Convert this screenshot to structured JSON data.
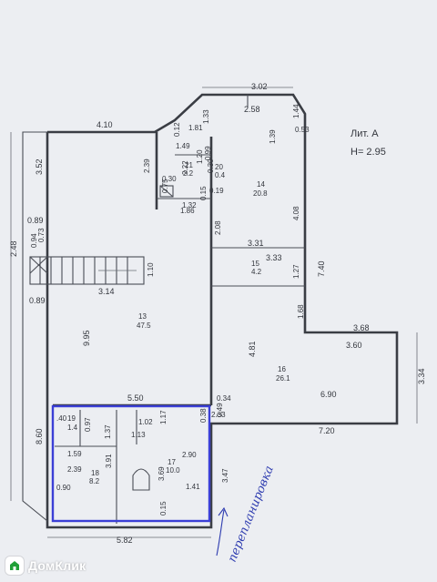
{
  "header": {
    "lit": "Лит. А",
    "height": "Н= 2.95"
  },
  "watermark": {
    "brand": "ДомКлик"
  },
  "handwriting": {
    "note": "перепланировка"
  },
  "rooms": [
    {
      "num": "13",
      "area": "47.5"
    },
    {
      "num": "14",
      "area": "20.8"
    },
    {
      "num": "15",
      "area": "4.2"
    },
    {
      "num": "16",
      "area": "26.1"
    },
    {
      "num": "17",
      "area": "10.0"
    },
    {
      "num": "18",
      "area": "8.2"
    },
    {
      "num": "19",
      "area": "1.4"
    },
    {
      "num": "20",
      "area": "0.4"
    },
    {
      "num": "21",
      "area": "2.2"
    }
  ],
  "dims": {
    "d302": "3.02",
    "d258": "2.58",
    "d144": "1.44",
    "d133": "1.33",
    "d053": "0.53",
    "d139": "1.39",
    "d410": "4.10",
    "d012": "0.12",
    "d181": "1.81",
    "d149": "1.49",
    "d099": "0.99",
    "d120": "1.20",
    "d030a": "0.30",
    "d239a": "2.39",
    "d030b": "0.30",
    "d075": "0.75",
    "d222": "2.22",
    "d352": "3.52",
    "d089a": "0.89",
    "d094": "0.94",
    "d073": "0.73",
    "d248": "2.48",
    "d132": "1.32",
    "d019": "0.19",
    "d015": "0.15",
    "d186": "1.86",
    "d208": "2.08",
    "d408": "4.08",
    "d331": "3.31",
    "d333": "3.33",
    "d740": "7.40",
    "d110": "1.10",
    "d127": "1.27",
    "d314": "3.14",
    "d089b": "0.89",
    "d068": "1.68",
    "d368": "3.68",
    "d995": "9.95",
    "d360": "3.60",
    "d481": "4.81",
    "d334": "3.34",
    "d690": "6.90",
    "d550": "5.50",
    "d034": "0.34",
    "d049": "0.49",
    "d038": "0.38",
    "d233": "2.33",
    "d720": "7.20",
    "d040": ".40",
    "d097": "0.97",
    "d137": "1.37",
    "d117": "1.17",
    "d102": "1.02",
    "d113": "1.13",
    "d860": "8.60",
    "d159": "1.59",
    "d391": "3.91",
    "d239b": "2.39",
    "d290": "2.90",
    "d369": "3.69",
    "d347": "3.47",
    "d141": "1.41",
    "d090": "0.90",
    "d015b": "0.15",
    "d582": "5.82"
  }
}
